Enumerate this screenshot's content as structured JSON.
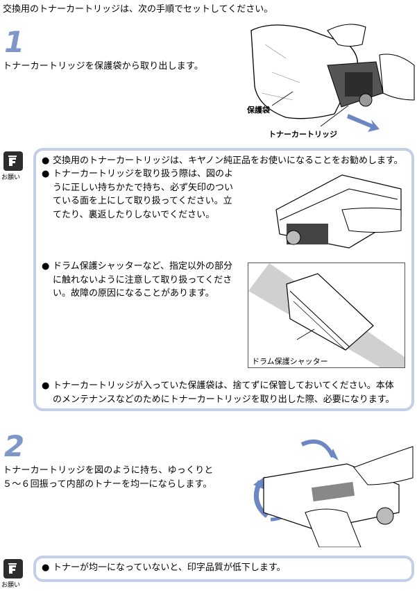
{
  "intro": "交換用のトナーカートリッジは、次の手順でセットしてください。",
  "step1": {
    "number": "1",
    "text": "トナーカートリッジを保護袋から取り出します。",
    "label_bag": "保護袋",
    "label_cartridge": "トナーカートリッジ"
  },
  "note_label": "お願い",
  "note1": {
    "bullet1": "交換用のトナーカートリッジは、キヤノン純正品をお使いになることをお勧めします。",
    "bullet2_lines": [
      "トナーカートリッジを取り扱う際は、図のよ",
      "うに正しい持ちかたで持ち、必ず矢印のつい",
      "ている面を上にして取り扱ってください。立",
      "てたり、裏返したりしないでください。"
    ],
    "bullet3_lines": [
      "ドラム保護シャッターなど、指定以外の部分",
      "に触れないように注意して取り扱ってくださ",
      "い。故障の原因になることがあります。"
    ],
    "shutter_label": "ドラム保護シャッター",
    "bullet4_lines": [
      "トナーカートリッジが入っていた保護袋は、捨てずに保管しておいてください。本体",
      "のメンテナンスなどのためにトナーカートリッジを取り出した際、必要になります。"
    ]
  },
  "step2": {
    "number": "2",
    "lines": [
      "トナーカートリッジを図のように持ち、ゆっくりと",
      "５～６回振って内部のトナーを均一にならします。"
    ]
  },
  "note2": {
    "bullet": "トナーが均一になっていないと、印字品質が低下します。"
  }
}
